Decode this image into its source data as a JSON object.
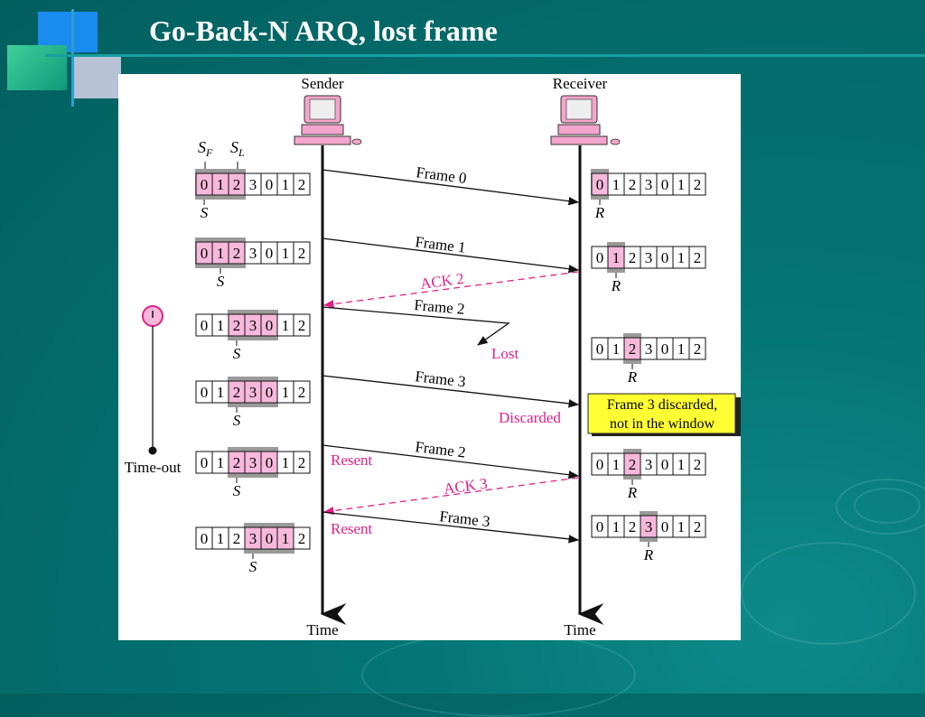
{
  "slide": {
    "title": "Go-Back-N ARQ, lost frame"
  },
  "colors": {
    "background": "#056f6f",
    "window_pink": "#f7b8dc",
    "window_gray": "#9a9a9a",
    "ack_magenta": "#e0208a",
    "note_yellow": "#ffff33"
  },
  "diagram": {
    "sender_label": "Sender",
    "receiver_label": "Receiver",
    "time_label_sender": "Time",
    "time_label_receiver": "Time",
    "timeout_label": "Time-out",
    "timer_icon": "timer-icon",
    "sequence_numbers": [
      "0",
      "1",
      "2",
      "3",
      "0",
      "1",
      "2"
    ],
    "sf_base": "S",
    "sf_sub": "F",
    "sl_base": "S",
    "sl_sub": "L",
    "sender_pointer": "S",
    "receiver_pointer": "R",
    "frames": [
      {
        "label": "Frame 0"
      },
      {
        "label": "Frame 1"
      },
      {
        "label": "Frame 2"
      },
      {
        "label": "Frame 3"
      },
      {
        "label": "Frame 2"
      },
      {
        "label": "Frame 3"
      }
    ],
    "acks": [
      {
        "label": "ACK 2"
      },
      {
        "label": "ACK 3"
      }
    ],
    "lost_label": "Lost",
    "discarded_label": "Discarded",
    "resent_labels": [
      "Resent",
      "Resent"
    ],
    "note_lines": [
      "Frame 3 discarded,",
      "not in the window"
    ],
    "sender_windows": [
      {
        "start": 0,
        "highlight": [
          0,
          1,
          2
        ]
      },
      {
        "start": 0,
        "highlight": [
          0,
          1,
          2
        ]
      },
      {
        "start": 2,
        "highlight": [
          2,
          3,
          4
        ]
      },
      {
        "start": 2,
        "highlight": [
          2,
          3,
          4
        ]
      },
      {
        "start": 2,
        "highlight": [
          2,
          3,
          4
        ]
      },
      {
        "start": 3,
        "highlight": [
          3,
          4,
          5
        ]
      }
    ],
    "receiver_windows": [
      {
        "position": 0
      },
      {
        "position": 1
      },
      {
        "position": 2
      },
      {
        "position": 2
      },
      {
        "position": 3
      }
    ]
  }
}
